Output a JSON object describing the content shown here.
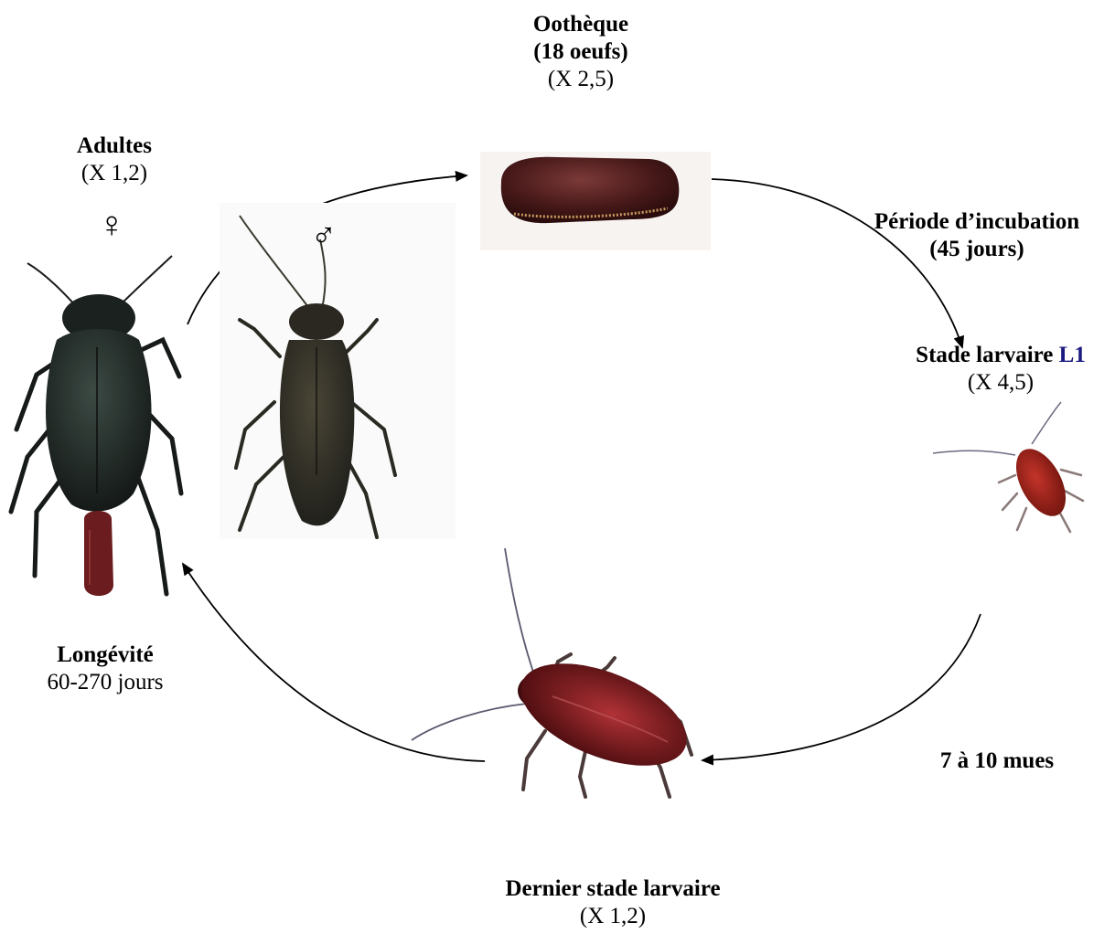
{
  "ootheque": {
    "title": "Oothèque",
    "count": "(18 oeufs)",
    "scale": "(X 2,5)"
  },
  "adultes": {
    "title": "Adultes",
    "scale": "(X 1,2)",
    "female_symbol": "♀",
    "male_symbol": "♂"
  },
  "incubation": {
    "title": "Période d’incubation",
    "duration": "(45 jours)"
  },
  "stade_l1": {
    "title": "Stade larvaire ",
    "stage": "L1",
    "scale": "(X 4,5)"
  },
  "mues": {
    "label": "7 à 10 mues"
  },
  "dernier_stade": {
    "title": "Dernier stade larvaire",
    "scale": "(X 1,2)"
  },
  "longevite": {
    "title": "Longévité",
    "duration": "60-270 jours"
  },
  "colors": {
    "l1_label": "#1a1a80",
    "ootheca": "#4a1a1a",
    "adult": "#1f2420",
    "nymph": "#8a1a12"
  }
}
